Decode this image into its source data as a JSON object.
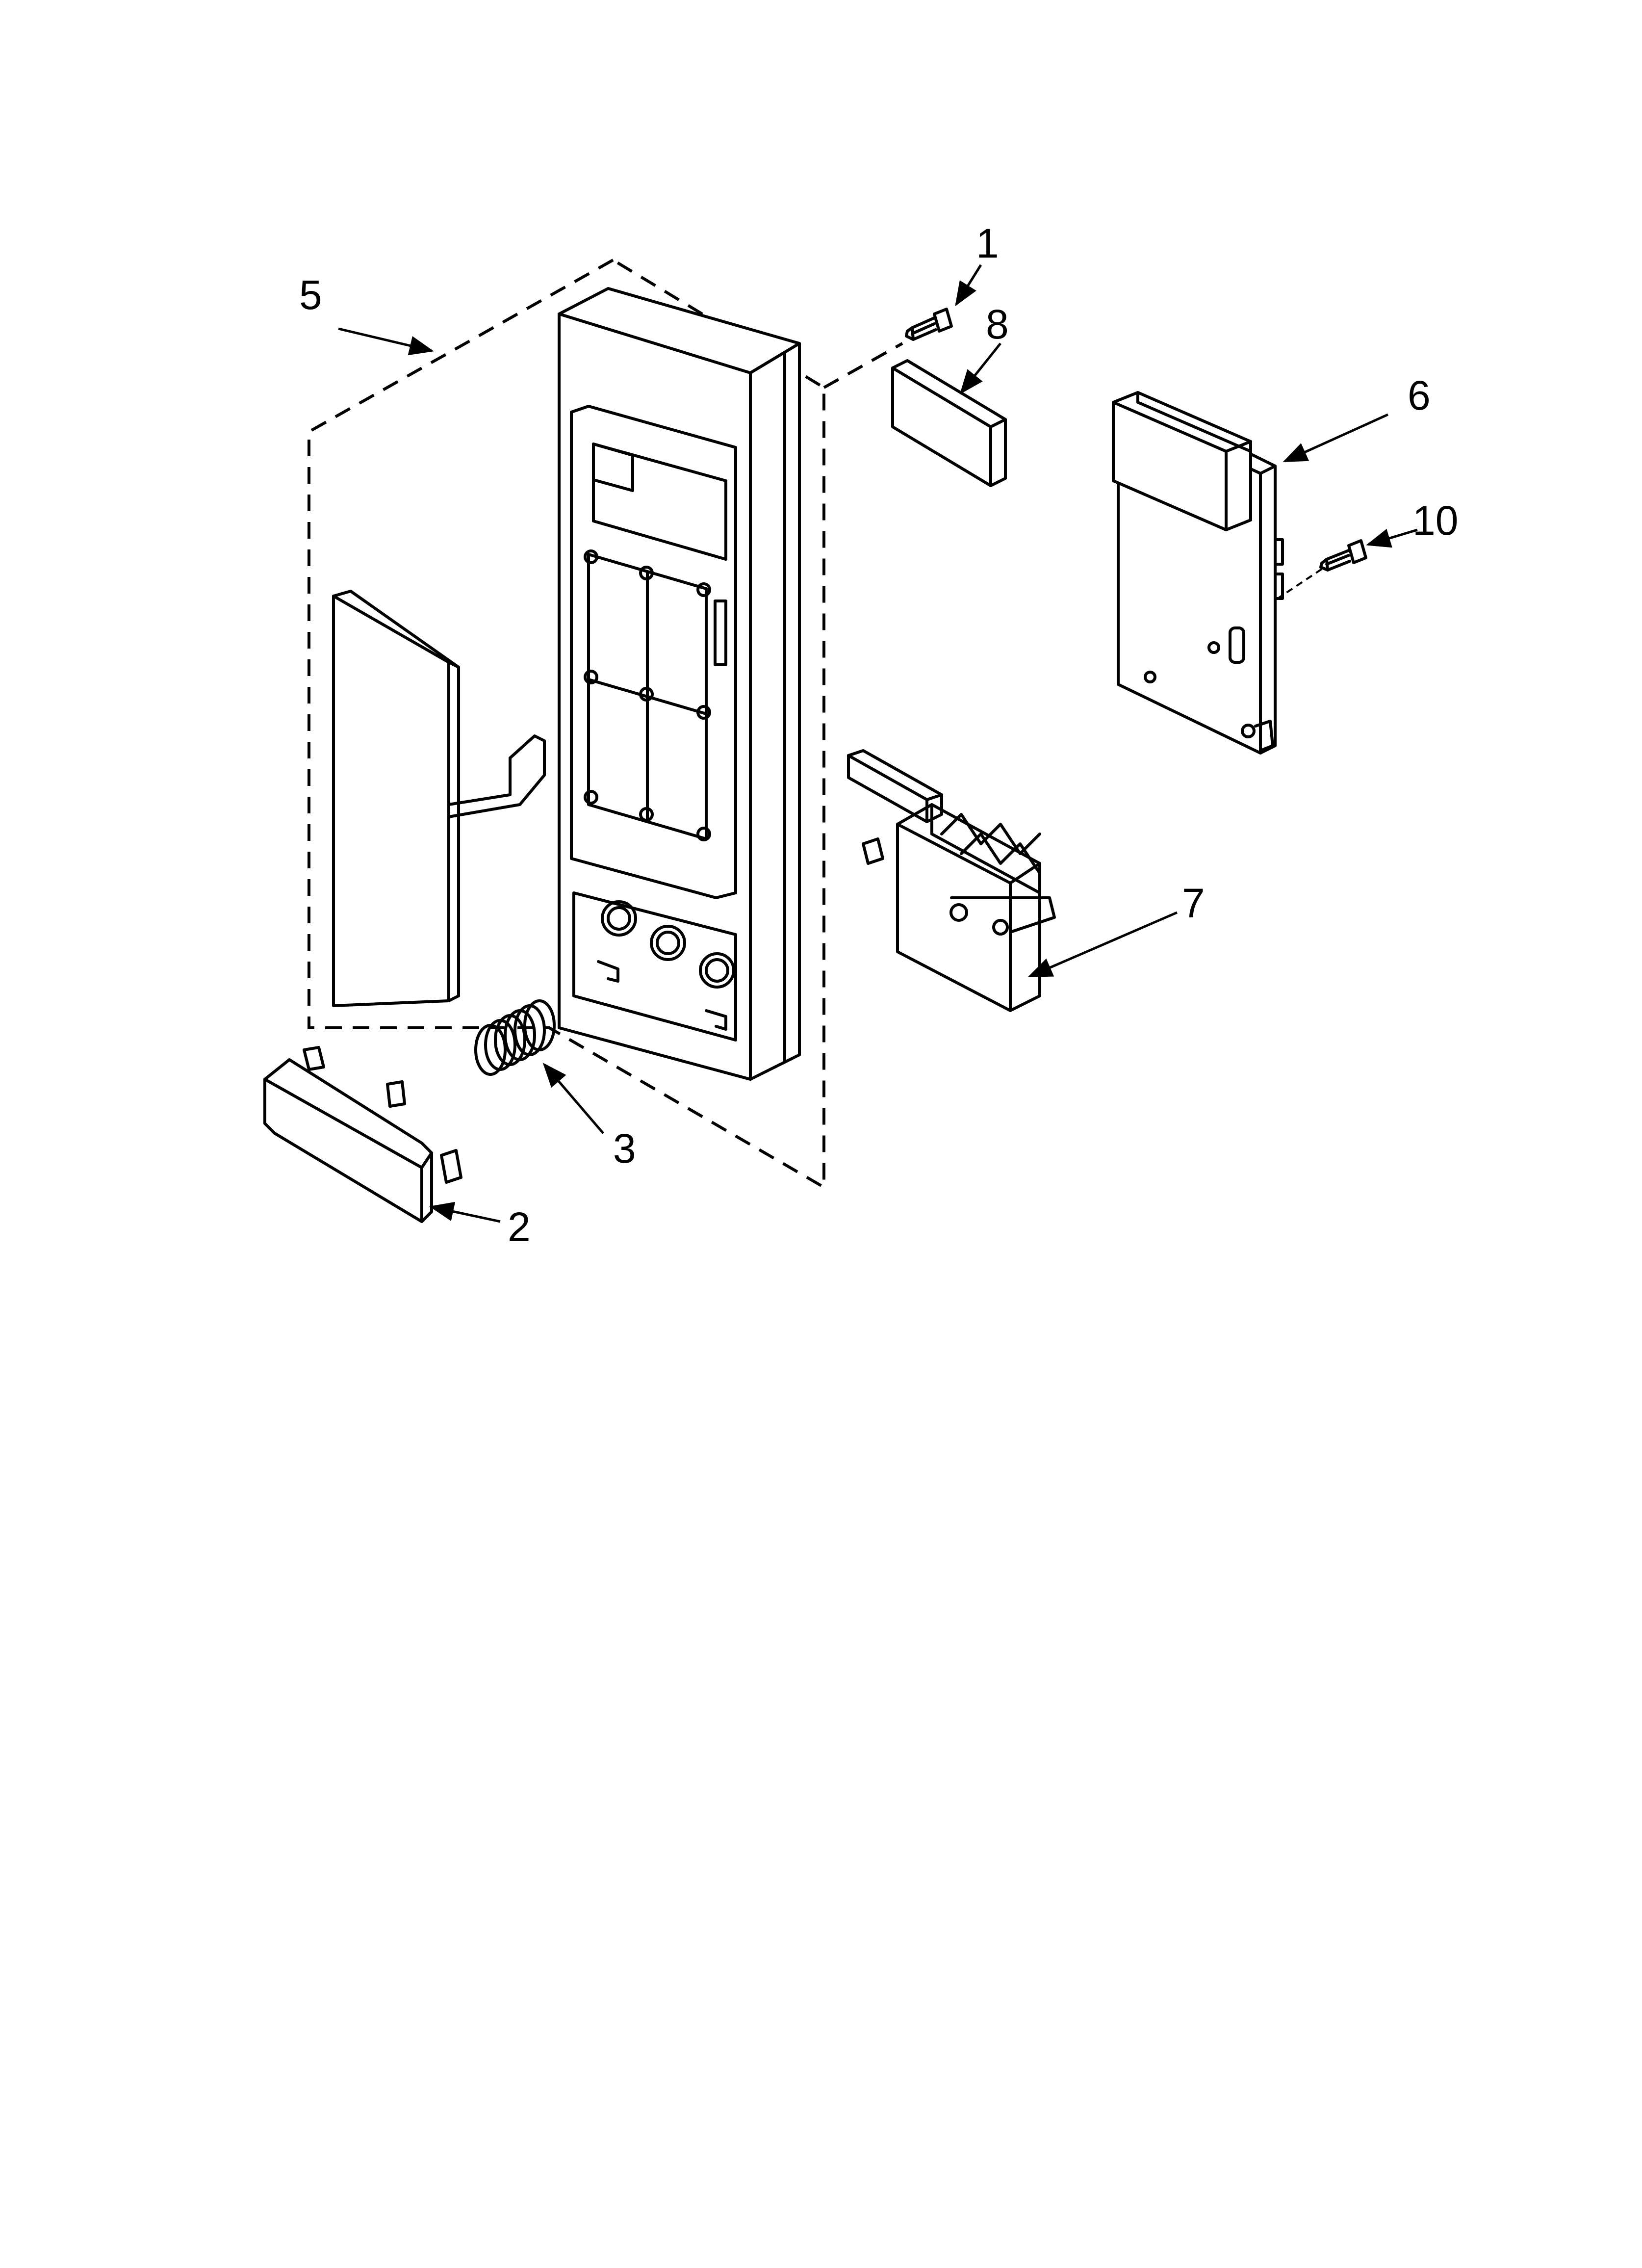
{
  "diagram": {
    "callouts": [
      "1",
      "2",
      "3",
      "5",
      "6",
      "7",
      "8",
      "10"
    ],
    "parts": [
      {
        "id": "1",
        "name": "screw"
      },
      {
        "id": "2",
        "name": "door-release-button"
      },
      {
        "id": "3",
        "name": "spring"
      },
      {
        "id": "5",
        "name": "control-panel-assembly"
      },
      {
        "id": "6",
        "name": "control-board"
      },
      {
        "id": "7",
        "name": "latch-bracket"
      },
      {
        "id": "8",
        "name": "pad"
      },
      {
        "id": "10",
        "name": "screw"
      }
    ]
  }
}
